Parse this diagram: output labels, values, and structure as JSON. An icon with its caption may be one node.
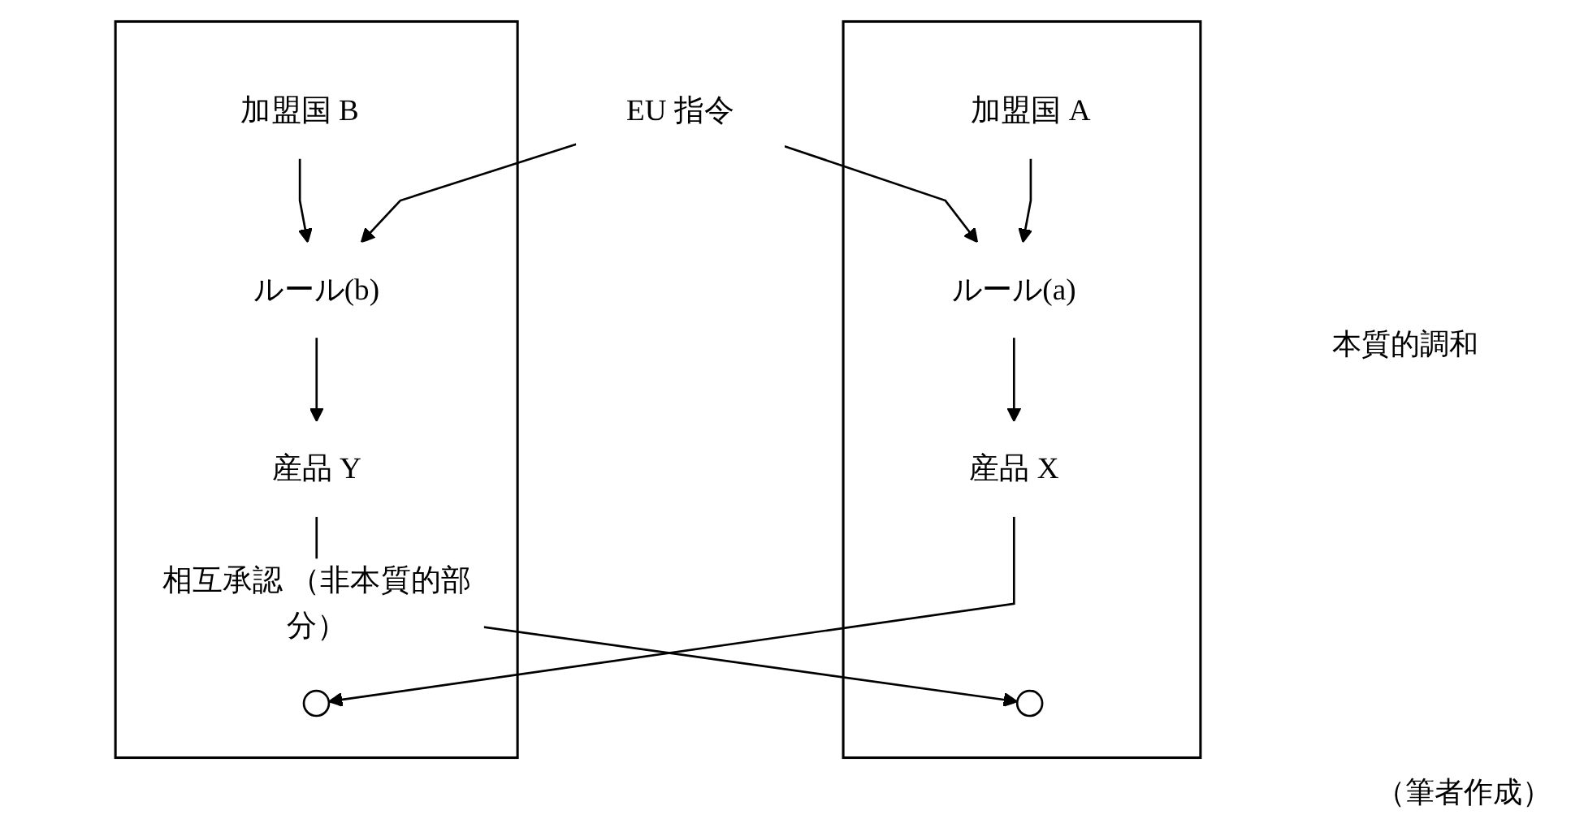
{
  "diagram": {
    "caption": "（筆者作成）",
    "nodes": [
      {
        "text": [
          "EU 指令"
        ]
      },
      {
        "text": [],
        "shape": "box"
      },
      {
        "text": [
          "加盟国 A"
        ],
        "in": 1
      },
      {
        "text": [
          "ルール(a)"
        ],
        "in": 1
      },
      {
        "text": [
          "産品 X"
        ],
        "in": 1
      },
      {
        "text": [],
        "shape": "circle",
        "in": 1
      },
      {
        "text": [],
        "shape": "box"
      },
      {
        "text": [
          "加盟国 B"
        ],
        "in": 6
      },
      {
        "text": [
          "ルール(b)"
        ],
        "in": 6
      },
      {
        "text": [],
        "shape": "circle",
        "in": 6
      },
      {
        "text": [
          "産品 Y"
        ],
        "in": 6
      }
    ],
    "edges": [
      {
        "from": 2,
        "to": 3,
        "arrow": "to"
      },
      {
        "from": 3,
        "to": 4,
        "arrow": "to"
      },
      {
        "from": 7,
        "to": 8,
        "arrow": "to"
      },
      {
        "from": 8,
        "to": 10,
        "arrow": "to"
      },
      {
        "from": 0,
        "to": 3,
        "arrow": "to"
      },
      {
        "from": 0,
        "to": 8,
        "arrow": "to"
      },
      {
        "from": 4,
        "to": 9,
        "arrow": "to"
      },
      {
        "from": 10,
        "to": 5,
        "arrow": "to",
        "label": "相互承認 （非本質的部分）"
      }
    ],
    "labels": [
      "本質的調和"
    ]
  }
}
